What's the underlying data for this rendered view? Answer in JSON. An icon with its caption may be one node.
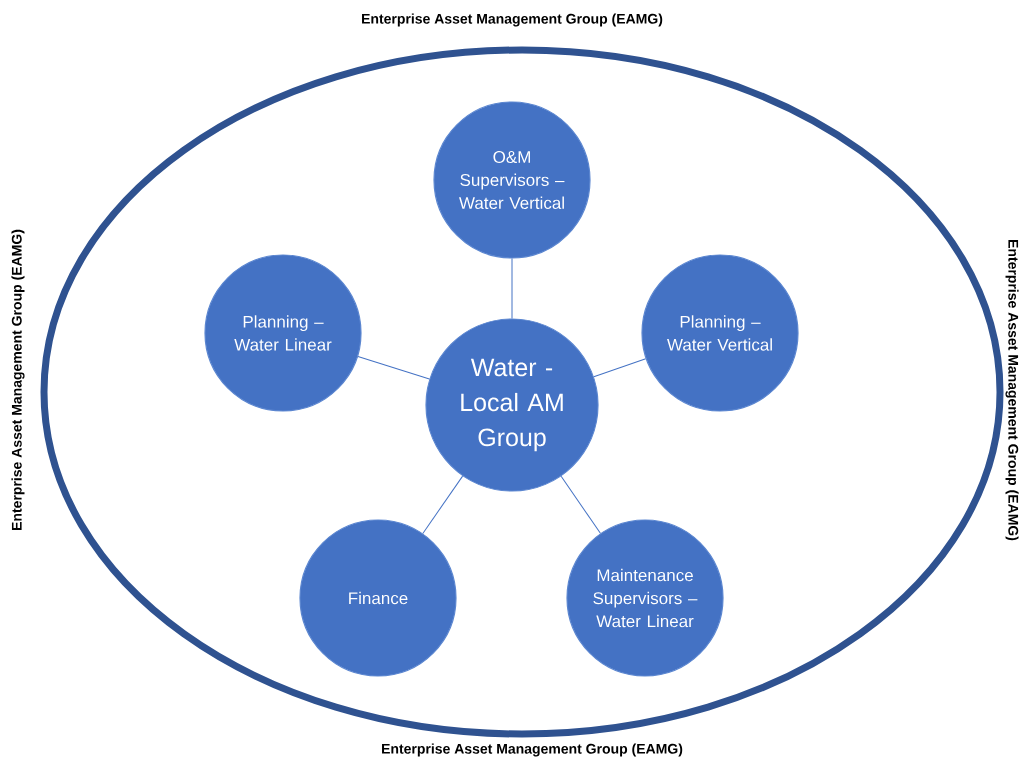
{
  "diagram": {
    "nodes": [
      {
        "text": [
          "Enterprise Asset Management Group (EAMG)",
          "Enterprise Asset Management Group (EAMG)",
          "Enterprise Asset Management Group (EAMG)",
          "Enterprise Asset Management Group (EAMG)"
        ]
      },
      {
        "text": [
          "O&M Supervisors – Water Vertical"
        ],
        "in": 0
      },
      {
        "text": [
          "Planning – Water Linear"
        ],
        "in": 0
      },
      {
        "text": [
          "Water - Local AM Group"
        ],
        "in": 0
      },
      {
        "text": [
          "Planning – Water Vertical"
        ],
        "in": 0
      },
      {
        "text": [
          "Finance"
        ],
        "in": 0
      },
      {
        "text": [
          "Maintenance Supervisors – Water Linear"
        ],
        "in": 0
      }
    ],
    "edges": [
      {
        "from": 3,
        "to": 1,
        "arrow": "none"
      },
      {
        "from": 3,
        "to": 2,
        "arrow": "none"
      },
      {
        "from": 3,
        "to": 4,
        "arrow": "none"
      },
      {
        "from": 3,
        "to": 5,
        "arrow": "none"
      },
      {
        "from": 3,
        "to": 6,
        "arrow": "none"
      }
    ]
  }
}
